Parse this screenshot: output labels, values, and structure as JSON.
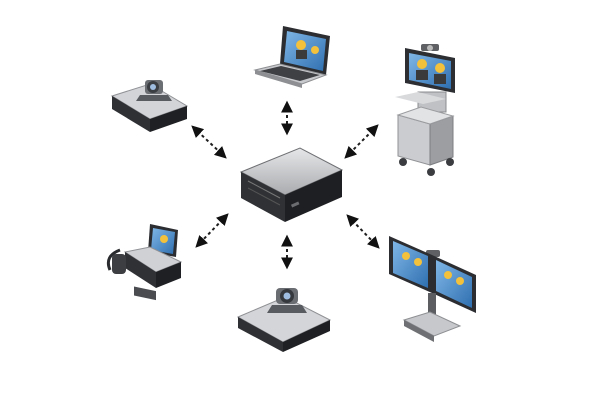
{
  "diagram": {
    "type": "hub-and-spoke network topology",
    "hub": {
      "id": "mcu",
      "icon": "rack-server-icon"
    },
    "nodes": [
      {
        "id": "laptop",
        "icon": "laptop-video-call-icon"
      },
      {
        "id": "cart",
        "icon": "telepresence-cart-icon"
      },
      {
        "id": "codec-camera",
        "icon": "room-codec-camera-icon"
      },
      {
        "id": "video-phone",
        "icon": "desk-video-phone-icon"
      },
      {
        "id": "desktop-codec",
        "icon": "desktop-codec-camera-icon"
      },
      {
        "id": "dual-display",
        "icon": "dual-display-telepresence-icon"
      }
    ],
    "connectors": {
      "style": "dotted",
      "arrows": "both-ends",
      "count": 6
    }
  },
  "colors": {
    "screen_blue": "#3f86c8",
    "device_dark": "#2e3034",
    "device_mid": "#55585d",
    "device_light": "#c9cbce",
    "connector": "#1f1f1f"
  }
}
